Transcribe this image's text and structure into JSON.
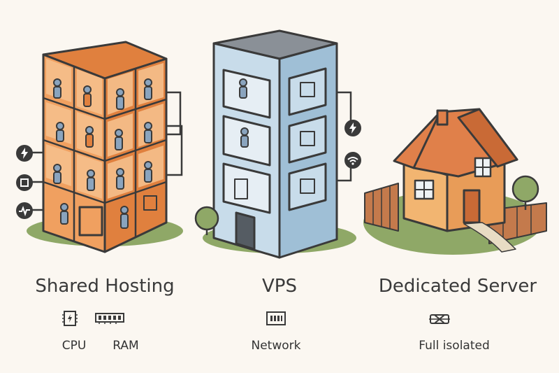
{
  "columns": [
    {
      "title": "Shared Hosting",
      "labels": [
        "CPU",
        "RAM"
      ],
      "icons": [
        "cpu-icon",
        "ram-icon"
      ]
    },
    {
      "title": "VPS",
      "labels": [
        "Network"
      ],
      "icons": [
        "network-icon"
      ]
    },
    {
      "title": "Dedicated Server",
      "labels": [
        "Full isolated"
      ],
      "icons": [
        "isolated-server-icon"
      ]
    }
  ],
  "side_icons_shared": [
    "lightning-icon",
    "chip-icon",
    "activity-icon"
  ],
  "side_icons_vps": [
    "lightning-icon",
    "wifi-icon"
  ],
  "colors": {
    "background": "#fbf7f1",
    "orange": "#f0a060",
    "orange_dark": "#e0803e",
    "blue": "#c8dcea",
    "blue_dark": "#9fbfd6",
    "roof_gray": "#8a9097",
    "grass": "#8fa867",
    "house_wall": "#f2b571",
    "house_roof": "#e0804a",
    "fence": "#c47a4c",
    "outline": "#3a3a3a"
  }
}
